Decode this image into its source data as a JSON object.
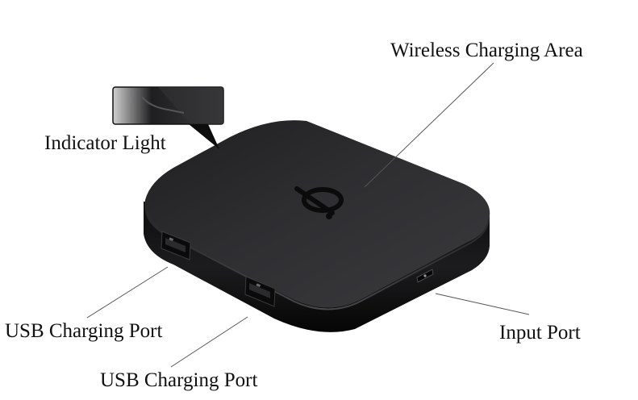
{
  "callouts": {
    "wireless_charging_area": "Wireless Charging Area",
    "indicator_light": "Indicator Light",
    "usb_charging_port_1": "USB Charging Port",
    "usb_charging_port_2": "USB Charging Port",
    "input_port": "Input Port"
  },
  "icons": {
    "center_logo": "qi-wireless-logo-icon"
  },
  "colors": {
    "device_body": "#1b1b1d",
    "device_top": "#2c2c2f",
    "leader_line": "#555555",
    "label_text": "#111111"
  }
}
